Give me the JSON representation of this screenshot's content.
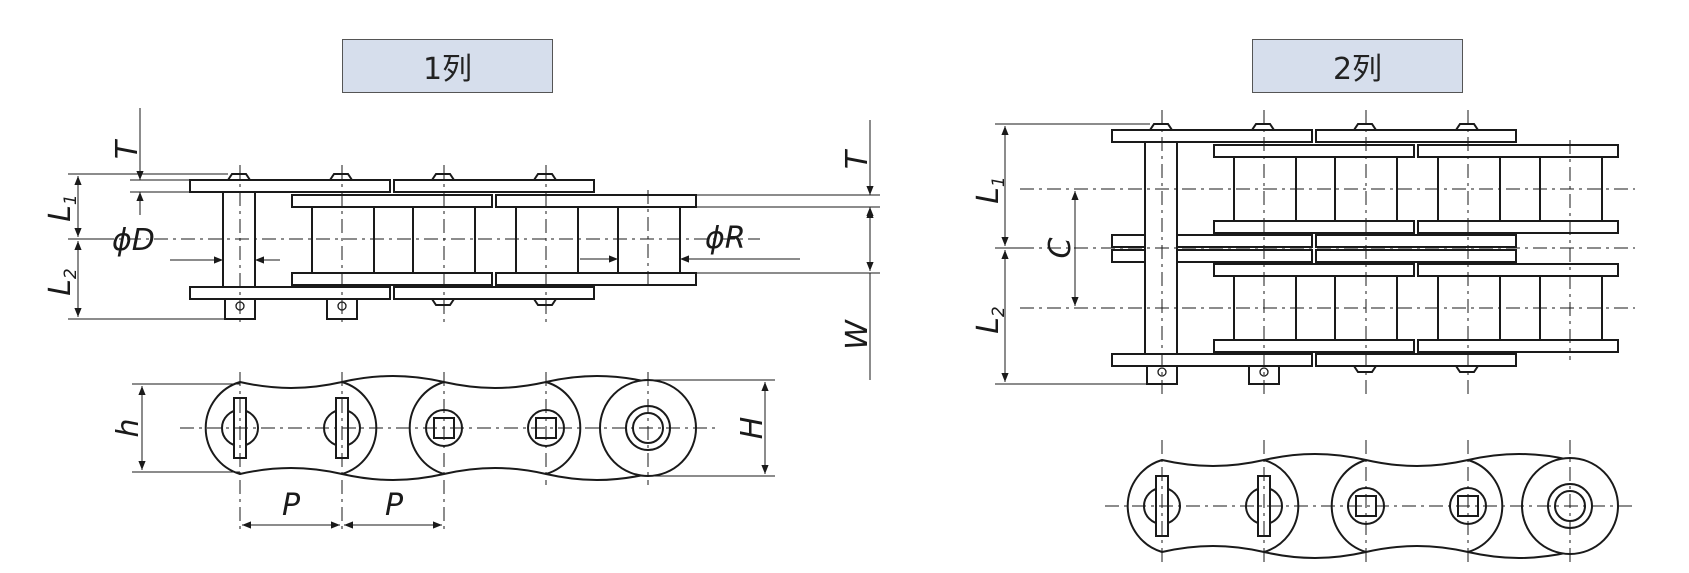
{
  "panels": {
    "single": {
      "title": "1列"
    },
    "double": {
      "title": "2列"
    }
  },
  "labels": {
    "T": "T",
    "T2": "T",
    "L": "L",
    "sub1": "1",
    "sub2": "2",
    "phiD": "ϕD",
    "phiR": "ϕR",
    "W": "W",
    "h": "h",
    "H": "H",
    "P1": "P",
    "P2": "P",
    "C": "C"
  },
  "colors": {
    "title_bg": "#d6deec",
    "line": "#1a1a1a"
  }
}
